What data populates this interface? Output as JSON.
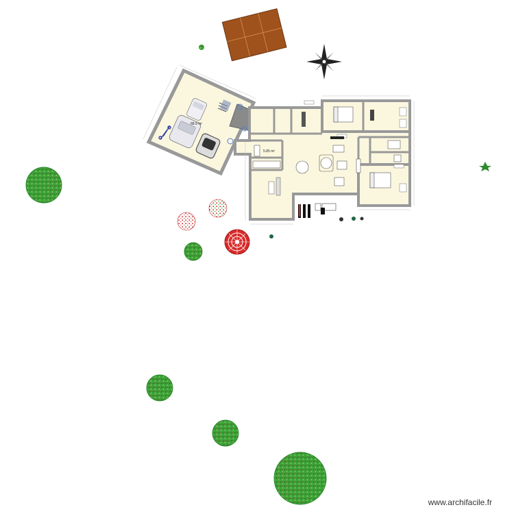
{
  "watermark": "www.archifacile.fr",
  "room_labels": {
    "garage": "68.9 m²",
    "office": "5.85 m²"
  },
  "colors": {
    "wall": "#999999",
    "floor": "#fbf7df",
    "floor_alt": "#f4f2e3",
    "roof": "#a0521d",
    "roof_line": "#c88a4e",
    "tree_light": "#3ea33a",
    "tree_dark": "#1c7a1c",
    "tree_red": "#c62222",
    "parasol_red": "#d82a2a"
  },
  "icons": [
    "compass-rose-icon",
    "tree-icon",
    "parasol-icon",
    "car-icon",
    "table-icon",
    "bed-icon",
    "sofa-icon"
  ]
}
